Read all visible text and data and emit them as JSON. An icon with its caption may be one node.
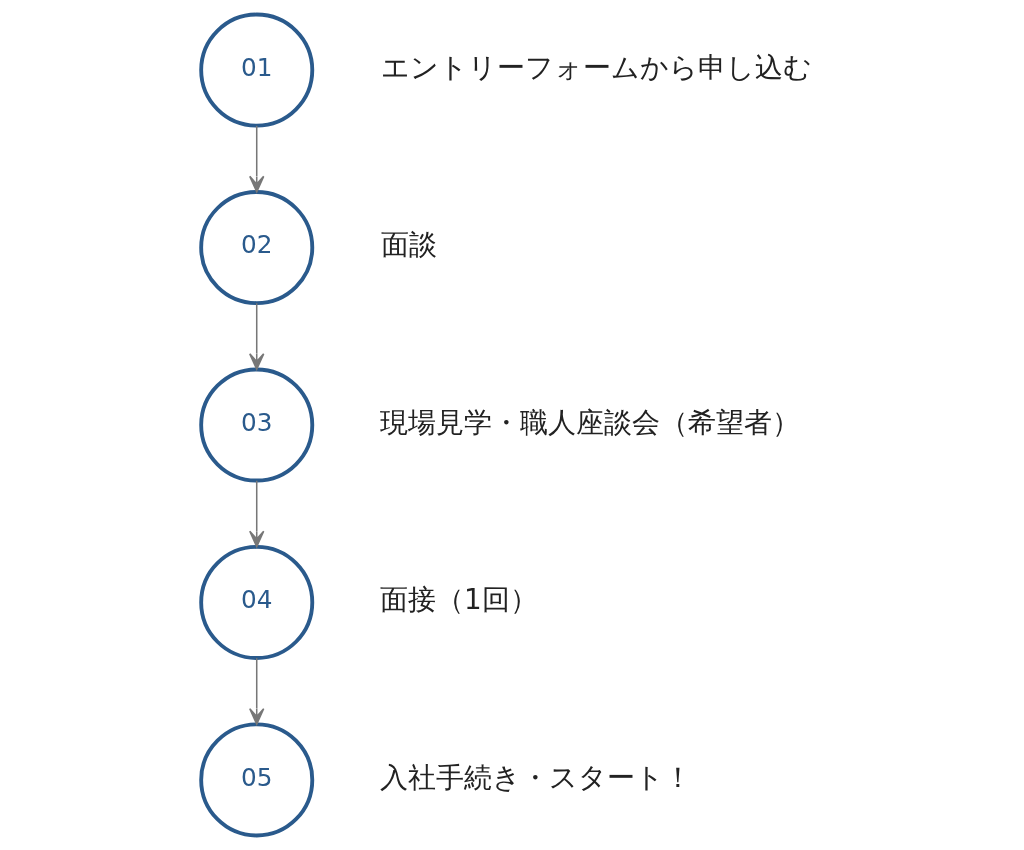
{
  "diagram": {
    "nodes": [
      {
        "text": [
          "01"
        ],
        "beside": [
          "エントリーフォームから申し込む"
        ]
      },
      {
        "text": [
          "02"
        ],
        "beside": [
          "面談"
        ]
      },
      {
        "text": [
          "03"
        ],
        "beside": [
          "現場見学・職人座談会（希望者）"
        ]
      },
      {
        "text": [
          "04"
        ],
        "beside": [
          "面接（1回）"
        ]
      },
      {
        "text": [
          "05"
        ],
        "beside": [
          "入社手続き・スタート！"
        ]
      }
    ],
    "edges": [
      {
        "from": 0,
        "to": 1,
        "arrow": "to"
      },
      {
        "from": 1,
        "to": 2,
        "arrow": "to"
      },
      {
        "from": 2,
        "to": 3,
        "arrow": "to"
      },
      {
        "from": 3,
        "to": 4,
        "arrow": "to"
      }
    ]
  }
}
